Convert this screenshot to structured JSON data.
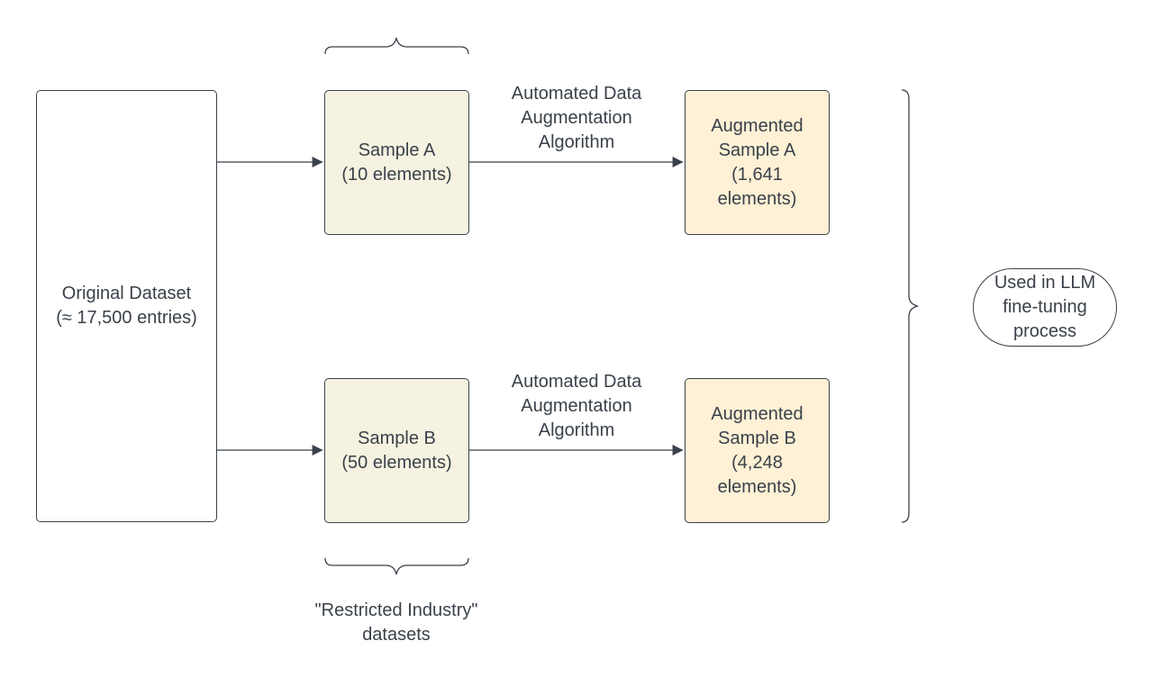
{
  "colors": {
    "stroke": "#3a414a",
    "sample_fill": "#f5f2e1",
    "augmented_fill": "#fef1d6",
    "text": "#3a414a"
  },
  "original": {
    "line1": "Original Dataset",
    "line2": "(≈ 17,500 entries)"
  },
  "samples": [
    {
      "name": "Sample A",
      "size": "(10 elements)"
    },
    {
      "name": "Sample B",
      "size": "(50 elements)"
    }
  ],
  "algorithm_label": [
    "Automated Data",
    "Augmentation",
    "Algorithm"
  ],
  "augmented": [
    {
      "line1": "Augmented",
      "line2": "Sample A",
      "line3": "(1,641",
      "line4": "elements)"
    },
    {
      "line1": "Augmented",
      "line2": "Sample B",
      "line3": "(4,248",
      "line4": "elements)"
    }
  ],
  "restricted_group": {
    "line1": "\"Restricted Industry\"",
    "line2": "datasets"
  },
  "result": {
    "line1": "Used in LLM",
    "line2": "fine-tuning",
    "line3": "process"
  }
}
